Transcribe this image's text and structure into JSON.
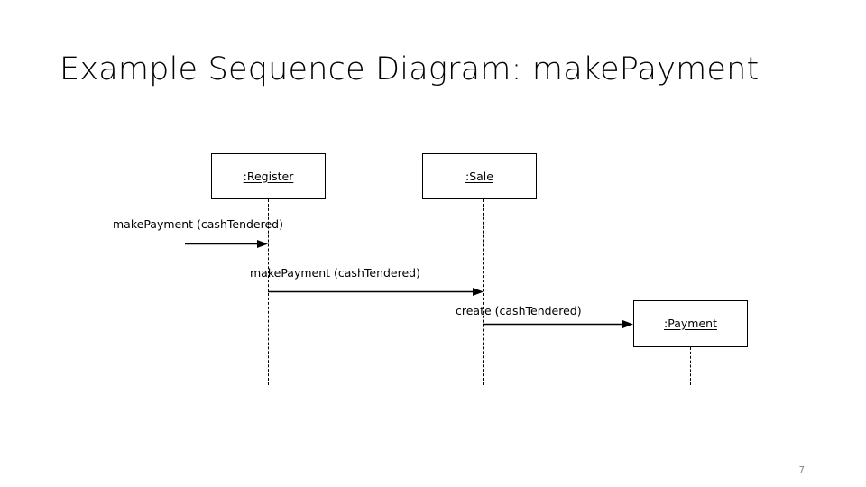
{
  "slide": {
    "title": "Example Sequence Diagram: makePayment",
    "page_number": "7",
    "background_color": "#ffffff",
    "line_color": "#000000",
    "page_number_color": "#808080"
  },
  "diagram": {
    "type": "uml-sequence-diagram",
    "participants": [
      {
        "id": "register",
        "label": ":Register",
        "underlined": true
      },
      {
        "id": "sale",
        "label": ":Sale",
        "underlined": true
      },
      {
        "id": "payment",
        "label": ":Payment",
        "underlined": true
      }
    ],
    "messages": [
      {
        "id": "msg-1",
        "label": "makePayment (cashTendered)",
        "from": "actor",
        "to": "register",
        "kind": "synchronous-call"
      },
      {
        "id": "msg-2",
        "label": "makePayment (cashTendered)",
        "from": "register",
        "to": "sale",
        "kind": "synchronous-call"
      },
      {
        "id": "msg-3",
        "label": "create (cashTendered)",
        "from": "sale",
        "to": "payment",
        "kind": "create-message"
      }
    ]
  }
}
